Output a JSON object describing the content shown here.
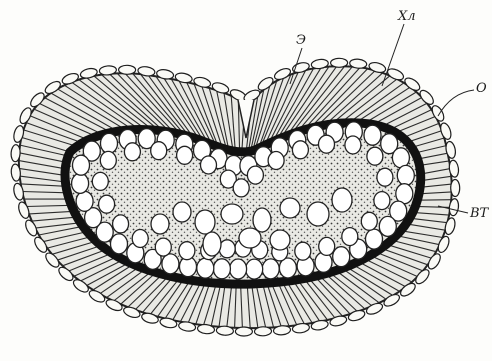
{
  "figure": {
    "labels": {
      "epidermis": "Э",
      "chlorenchyma": "Хл",
      "outer": "О",
      "inner": "ВТ"
    }
  }
}
